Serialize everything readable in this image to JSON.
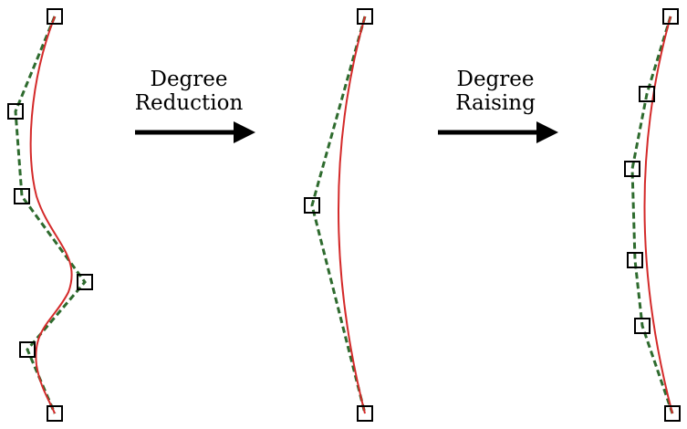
{
  "steps": [
    {
      "line1": "Degree",
      "line2": "Reduction"
    },
    {
      "line1": "Degree",
      "line2": "Raising"
    }
  ],
  "colors": {
    "curve": "#d42a2a",
    "control_polygon": "#2e6b2e",
    "control_point": "#000000",
    "arrow": "#000000"
  }
}
